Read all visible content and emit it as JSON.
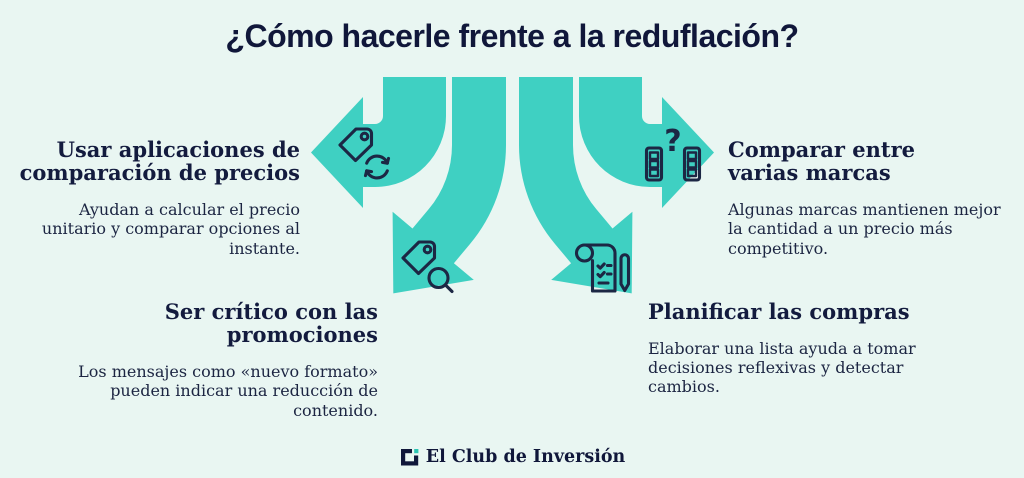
{
  "title": "¿Cómo hacerle frente a la reduflación?",
  "colors": {
    "background": "#e9f6f2",
    "arrow_teal": "#3fd0c2",
    "text_navy": "#131b3e",
    "icon_stroke_navy": "#1c2744",
    "logo_dot_teal": "#2cc4b2"
  },
  "sections": [
    {
      "position": "top-left",
      "icon": "price-tag-sync-icon",
      "heading": "Usar aplicaciones de comparación de precios",
      "body": "Ayudan a calcular el precio unitario y comparar opciones al instante."
    },
    {
      "position": "top-right",
      "icon": "brands-question-icon",
      "heading": "Comparar entre varias marcas",
      "body": "Algunas marcas mantienen mejor la cantidad a un precio más competitivo."
    },
    {
      "position": "bottom-left",
      "icon": "price-tag-magnifier-icon",
      "heading": "Ser crítico con las promociones",
      "body": "Los mensajes como «nuevo formato» pueden indicar una reducción de contenido."
    },
    {
      "position": "bottom-right",
      "icon": "shopping-list-pen-icon",
      "heading": "Planificar las compras",
      "body": "Elaborar una lista ayuda a tomar decisiones reflexivas y detectar cambios."
    }
  ],
  "icon_glyphs": {
    "question_mark": "?"
  },
  "footer": {
    "logo_text": "El Club de Inversión"
  }
}
